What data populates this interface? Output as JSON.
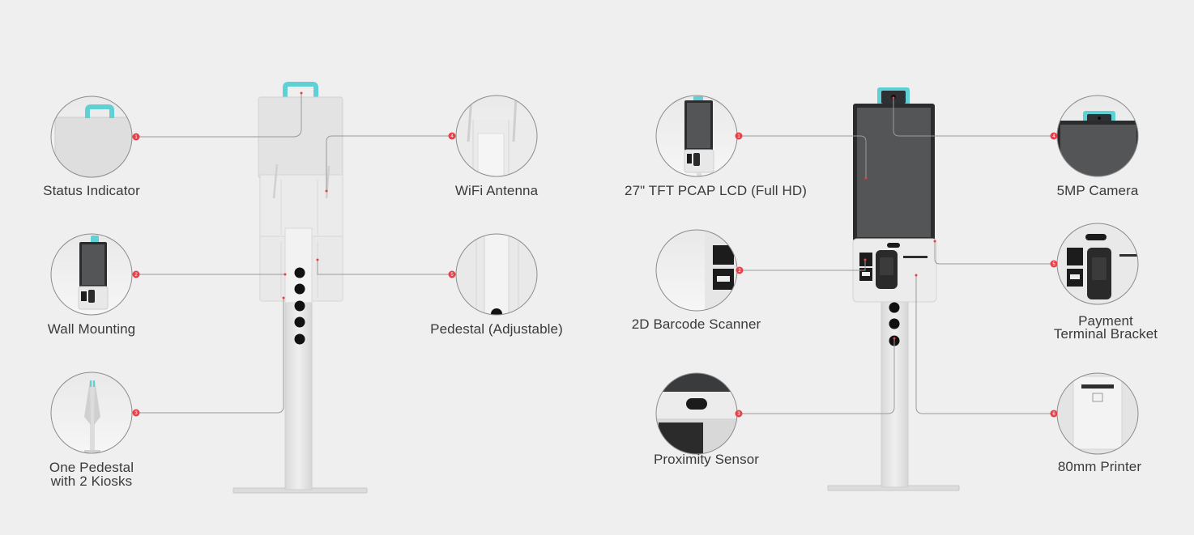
{
  "colors": {
    "background": "#efefef",
    "callout_marker": "#e8404a",
    "leader_line": "#9a9a9a",
    "status_indicator": "#5fd1d4",
    "kiosk_body": "#e6e6e6",
    "screen": "#545556",
    "holes": "#111111"
  },
  "left_kiosk": {
    "features": [
      {
        "num": "1",
        "label_lines": [
          "Status Indicator"
        ],
        "side": "left",
        "icon": "status-indicator-closeup"
      },
      {
        "num": "2",
        "label_lines": [
          "Wall Mounting"
        ],
        "side": "left",
        "icon": "wall-mount-kiosk-thumbnail"
      },
      {
        "num": "3",
        "label_lines": [
          "One Pedestal",
          "with 2 Kiosks"
        ],
        "side": "left",
        "icon": "dual-kiosk-pedestal-thumbnail"
      },
      {
        "num": "4",
        "label_lines": [
          "WiFi Antenna"
        ],
        "side": "right",
        "icon": "wifi-antenna-closeup"
      },
      {
        "num": "5",
        "label_lines": [
          "Pedestal (Adjustable)"
        ],
        "side": "right",
        "icon": "pedestal-closeup"
      }
    ]
  },
  "right_kiosk": {
    "features": [
      {
        "num": "1",
        "label_lines": [
          "27\" TFT PCAP LCD (Full HD)"
        ],
        "side": "left",
        "icon": "kiosk-front-thumbnail"
      },
      {
        "num": "2",
        "label_lines": [
          "2D Barcode Scanner"
        ],
        "side": "left",
        "icon": "barcode-scanner-closeup"
      },
      {
        "num": "3",
        "label_lines": [
          "Proximity Sensor"
        ],
        "side": "left",
        "icon": "proximity-sensor-closeup"
      },
      {
        "num": "4",
        "label_lines": [
          "5MP Camera"
        ],
        "side": "right",
        "icon": "camera-closeup"
      },
      {
        "num": "5",
        "label_lines": [
          "Payment",
          "Terminal Bracket"
        ],
        "side": "right",
        "icon": "payment-bracket-closeup"
      },
      {
        "num": "6",
        "label_lines": [
          "80mm Printer"
        ],
        "side": "right",
        "icon": "printer-closeup"
      }
    ]
  }
}
